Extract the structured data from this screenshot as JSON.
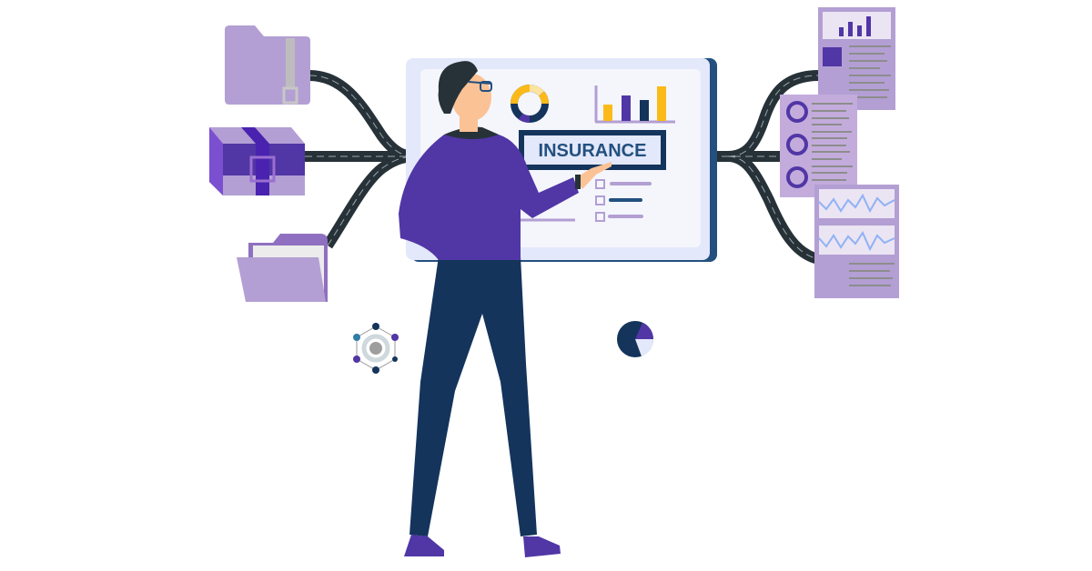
{
  "scene": {
    "title": "Insurance data integration illustration",
    "board": {
      "label": "INSURANCE"
    },
    "colors": {
      "purple": "#5136a5",
      "light_purple": "#b39fd3",
      "navy": "#14345c",
      "road": "#263238",
      "yellow": "#fbba19",
      "board_bg": "#e3e8fb",
      "board_inner": "#f4f6fc",
      "skin": "#fbc296",
      "hair": "#263238"
    },
    "board_bar_chart": {
      "bars": [
        40,
        60,
        50,
        90
      ],
      "colors": [
        "#fbba19",
        "#5136a5",
        "#14345c",
        "#fbba19"
      ]
    },
    "board_donut": {
      "segments": [
        35,
        15,
        25,
        25
      ]
    },
    "left_items": [
      "zip-folder",
      "package-box",
      "open-folder"
    ],
    "right_items": [
      "bar-report-document",
      "donut-report-document",
      "line-chart-document"
    ],
    "floating_items": [
      "network-hexagon",
      "pie-chart"
    ]
  }
}
